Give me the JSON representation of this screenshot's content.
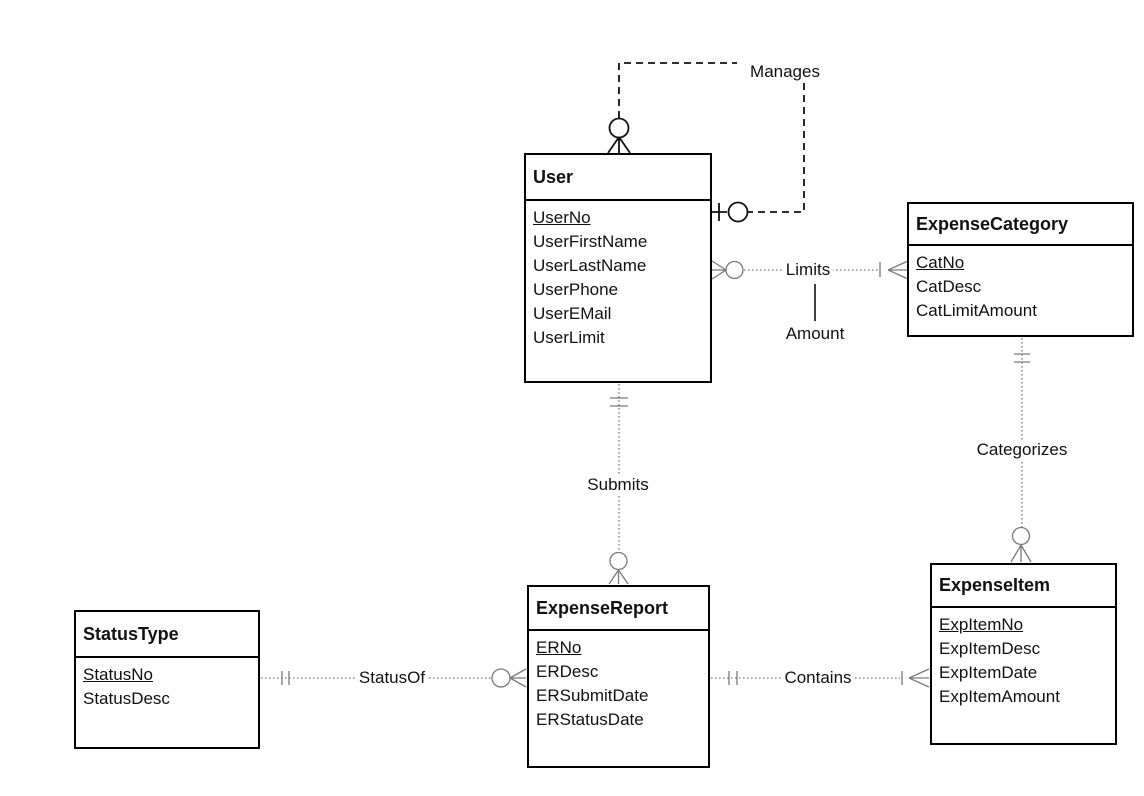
{
  "entities": {
    "user": {
      "title": "User",
      "attributes": [
        "UserNo",
        "UserFirstName",
        "UserLastName",
        "UserPhone",
        "UserEMail",
        "UserLimit"
      ],
      "primary_key": "UserNo"
    },
    "expense_category": {
      "title": "ExpenseCategory",
      "attributes": [
        "CatNo",
        "CatDesc",
        "CatLimitAmount"
      ],
      "primary_key": "CatNo"
    },
    "status_type": {
      "title": "StatusType",
      "attributes": [
        "StatusNo",
        "StatusDesc"
      ],
      "primary_key": "StatusNo"
    },
    "expense_report": {
      "title": "ExpenseReport",
      "attributes": [
        "ERNo",
        "ERDesc",
        "ERSubmitDate",
        "ERStatusDate"
      ],
      "primary_key": "ERNo"
    },
    "expense_item": {
      "title": "ExpenseItem",
      "attributes": [
        "ExpItemNo",
        "ExpItemDesc",
        "ExpItemDate",
        "ExpItemAmount"
      ],
      "primary_key": "ExpItemNo"
    }
  },
  "relationships": [
    {
      "label": "Manages",
      "from": "User",
      "to": "User",
      "from_cardinality": "zero-or-one",
      "to_cardinality": "zero-or-many",
      "line_style": "dashed"
    },
    {
      "label": "Limits",
      "attribute": "Amount",
      "from": "User",
      "to": "ExpenseCategory",
      "from_cardinality": "zero-or-many",
      "to_cardinality": "one-or-many",
      "line_style": "dotted"
    },
    {
      "label": "Submits",
      "from": "User",
      "to": "ExpenseReport",
      "from_cardinality": "exactly-one",
      "to_cardinality": "zero-or-many",
      "line_style": "dotted"
    },
    {
      "label": "Categorizes",
      "from": "ExpenseCategory",
      "to": "ExpenseItem",
      "from_cardinality": "exactly-one",
      "to_cardinality": "zero-or-many",
      "line_style": "dotted"
    },
    {
      "label": "StatusOf",
      "from": "StatusType",
      "to": "ExpenseReport",
      "from_cardinality": "exactly-one",
      "to_cardinality": "zero-or-many",
      "line_style": "dotted"
    },
    {
      "label": "Contains",
      "from": "ExpenseReport",
      "to": "ExpenseItem",
      "from_cardinality": "exactly-one",
      "to_cardinality": "one-or-many",
      "line_style": "dotted"
    }
  ],
  "colors": {
    "background": "#ffffff",
    "entity_border": "#000000",
    "entity_fill": "#ffffff",
    "solid_line": "#111111",
    "dotted_line": "#8a8a8a"
  }
}
